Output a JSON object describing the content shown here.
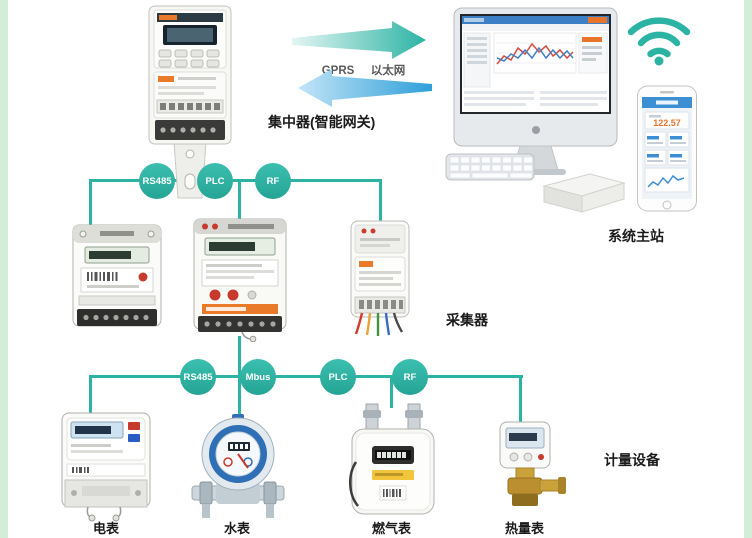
{
  "colors": {
    "teal": "#2db3a4",
    "blue": "#2e9fd9",
    "edge_green": "#d4ecd8"
  },
  "header": {
    "concentrator": "集中器(智能网关)",
    "gprs": "GPRS",
    "ethernet": "以太网",
    "master_station": "系统主站"
  },
  "tier1": {
    "caption": "采集器",
    "links": [
      {
        "label": "RS485"
      },
      {
        "label": "PLC"
      },
      {
        "label": "RF"
      }
    ]
  },
  "tier2": {
    "caption": "计量设备",
    "links": [
      {
        "label": "RS485"
      },
      {
        "label": "Mbus"
      },
      {
        "label": "PLC"
      },
      {
        "label": "RF"
      }
    ]
  },
  "meters": [
    {
      "label": "电表"
    },
    {
      "label": "水表"
    },
    {
      "label": "燃气表"
    },
    {
      "label": "热量表"
    }
  ],
  "phone": {
    "main_reading": "122.57"
  }
}
